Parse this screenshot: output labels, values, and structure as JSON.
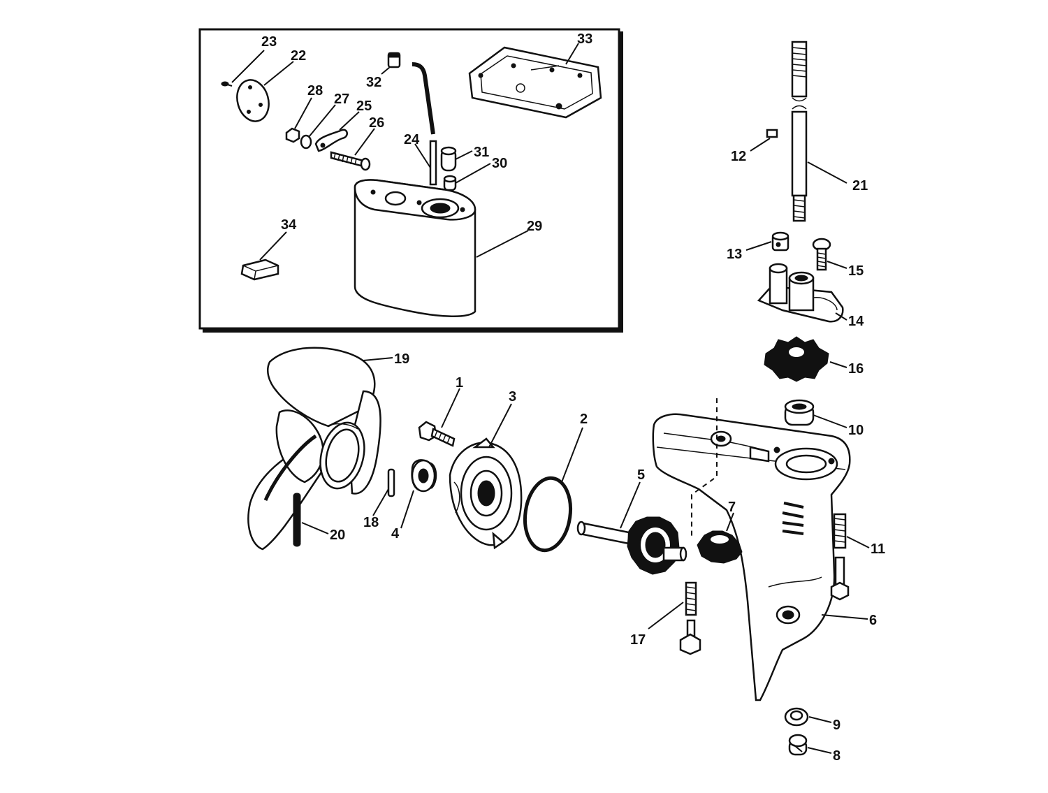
{
  "diagram": {
    "type": "exploded-parts-diagram",
    "parts": [
      {
        "id": "1",
        "label": "1",
        "icon": "bolt-icon"
      },
      {
        "id": "2",
        "label": "2",
        "icon": "o-ring-icon"
      },
      {
        "id": "3",
        "label": "3",
        "icon": "bearing-housing-icon"
      },
      {
        "id": "4",
        "label": "4",
        "icon": "bushing-icon"
      },
      {
        "id": "5",
        "label": "5",
        "icon": "propeller-shaft-gear-icon"
      },
      {
        "id": "6",
        "label": "6",
        "icon": "gearcase-icon"
      },
      {
        "id": "7",
        "label": "7",
        "icon": "pinion-gear-icon"
      },
      {
        "id": "8",
        "label": "8",
        "icon": "drain-screw-icon"
      },
      {
        "id": "9",
        "label": "9",
        "icon": "gasket-washer-icon"
      },
      {
        "id": "10",
        "label": "10",
        "icon": "bearing-icon"
      },
      {
        "id": "11",
        "label": "11",
        "icon": "stud-screw-icon"
      },
      {
        "id": "12",
        "label": "12",
        "icon": "pin-icon"
      },
      {
        "id": "13",
        "label": "13",
        "icon": "collar-icon"
      },
      {
        "id": "14",
        "label": "14",
        "icon": "pump-housing-icon"
      },
      {
        "id": "15",
        "label": "15",
        "icon": "screw-icon"
      },
      {
        "id": "16",
        "label": "16",
        "icon": "impeller-icon"
      },
      {
        "id": "17",
        "label": "17",
        "icon": "stud-screw-icon"
      },
      {
        "id": "18",
        "label": "18",
        "icon": "shear-pin-icon"
      },
      {
        "id": "19",
        "label": "19",
        "icon": "propeller-icon"
      },
      {
        "id": "20",
        "label": "20",
        "icon": "cotter-pin-icon"
      },
      {
        "id": "21",
        "label": "21",
        "icon": "drive-shaft-icon"
      },
      {
        "id": "22",
        "label": "22",
        "icon": "plate-icon"
      },
      {
        "id": "23",
        "label": "23",
        "icon": "screw-icon"
      },
      {
        "id": "24",
        "label": "24",
        "icon": "water-tube-icon"
      },
      {
        "id": "25",
        "label": "25",
        "icon": "clamp-icon"
      },
      {
        "id": "26",
        "label": "26",
        "icon": "screw-icon"
      },
      {
        "id": "27",
        "label": "27",
        "icon": "washer-icon"
      },
      {
        "id": "28",
        "label": "28",
        "icon": "nut-icon"
      },
      {
        "id": "29",
        "label": "29",
        "icon": "exhaust-housing-icon"
      },
      {
        "id": "30",
        "label": "30",
        "icon": "grommet-icon"
      },
      {
        "id": "31",
        "label": "31",
        "icon": "grommet-icon"
      },
      {
        "id": "32",
        "label": "32",
        "icon": "grommet-icon"
      },
      {
        "id": "33",
        "label": "33",
        "icon": "gasket-icon"
      },
      {
        "id": "34",
        "label": "34",
        "icon": "spacer-block-icon"
      }
    ]
  }
}
